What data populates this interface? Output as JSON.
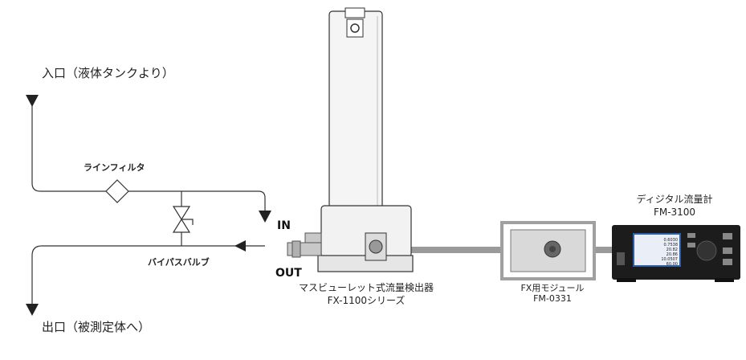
{
  "labels": {
    "inlet": "入口（液体タンクより）",
    "outlet": "出口（被測定体へ）",
    "line_filter": "ラインフィルタ",
    "bypass_valve": "バイパスバルブ",
    "in": "IN",
    "out": "OUT",
    "sensor_name": "マスビューレット式流量検出器",
    "sensor_model": "FX-1100シリーズ",
    "module_name": "FX用モジュール",
    "module_model": "FM-0331",
    "display_name": "ディジタル流量計",
    "display_model": "FM-3100"
  },
  "display_screen": {
    "readings": [
      "0.6030",
      "0.7538",
      "20.82",
      "20.86",
      "10.0507",
      "60.00"
    ]
  },
  "colors": {
    "pipe": "#333333",
    "cable": "#9a9a9a",
    "module_frame": "#a0a0a0",
    "device_body": "#f4f4f4",
    "meter_body": "#1c1c1c",
    "screen": "#2f5fa8"
  }
}
